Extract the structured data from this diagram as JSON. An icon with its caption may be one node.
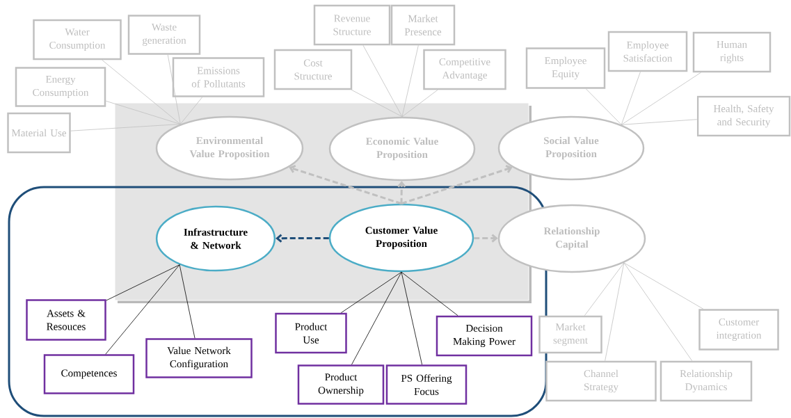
{
  "diagram": {
    "nodes": [
      {
        "text": [
          "Environmental Value Proposition"
        ]
      },
      {
        "text": [
          "Economic Value Proposition"
        ]
      },
      {
        "text": [
          "Social Value Proposition"
        ]
      },
      {
        "text": [
          "Infrastructure & Network"
        ]
      },
      {
        "text": [
          "Customer Value Proposition"
        ]
      },
      {
        "text": [
          "Relationship Capital"
        ]
      },
      {
        "text": [
          "Water Consumption"
        ]
      },
      {
        "text": [
          "Waste generation"
        ]
      },
      {
        "text": [
          "Energy Consumption"
        ]
      },
      {
        "text": [
          "Emissions of Pollutants"
        ]
      },
      {
        "text": [
          "Material Use"
        ]
      },
      {
        "text": [
          "Revenue Structure"
        ]
      },
      {
        "text": [
          "Market Presence"
        ]
      },
      {
        "text": [
          "Cost Structure"
        ]
      },
      {
        "text": [
          "Competitive Advantage"
        ]
      },
      {
        "text": [
          "Employee Equity"
        ]
      },
      {
        "text": [
          "Employee Satisfaction"
        ]
      },
      {
        "text": [
          "Human rights"
        ]
      },
      {
        "text": [
          "Health, Safety and Security"
        ]
      },
      {
        "text": [
          "Market segment"
        ]
      },
      {
        "text": [
          "Channel Strategy"
        ]
      },
      {
        "text": [
          "Relationship Dynamics"
        ]
      },
      {
        "text": [
          "Customer integration"
        ]
      },
      {
        "text": [
          "Assets & Resouces"
        ]
      },
      {
        "text": [
          "Competences"
        ]
      },
      {
        "text": [
          "Value Network Configuration"
        ]
      },
      {
        "text": [
          "Product Use"
        ]
      },
      {
        "text": [
          "Product Ownership"
        ]
      },
      {
        "text": [
          "PS Offering Focus"
        ]
      },
      {
        "text": [
          "Decision Making Power"
        ]
      }
    ],
    "edges": [
      {
        "from": 6,
        "to": 0,
        "arrow": "none"
      },
      {
        "from": 7,
        "to": 0,
        "arrow": "none"
      },
      {
        "from": 8,
        "to": 0,
        "arrow": "none"
      },
      {
        "from": 9,
        "to": 0,
        "arrow": "none"
      },
      {
        "from": 10,
        "to": 0,
        "arrow": "none"
      },
      {
        "from": 11,
        "to": 1,
        "arrow": "none"
      },
      {
        "from": 12,
        "to": 1,
        "arrow": "none"
      },
      {
        "from": 13,
        "to": 1,
        "arrow": "none"
      },
      {
        "from": 14,
        "to": 1,
        "arrow": "none"
      },
      {
        "from": 15,
        "to": 2,
        "arrow": "none"
      },
      {
        "from": 16,
        "to": 2,
        "arrow": "none"
      },
      {
        "from": 17,
        "to": 2,
        "arrow": "none"
      },
      {
        "from": 18,
        "to": 2,
        "arrow": "none"
      },
      {
        "from": 19,
        "to": 5,
        "arrow": "none"
      },
      {
        "from": 20,
        "to": 5,
        "arrow": "none"
      },
      {
        "from": 21,
        "to": 5,
        "arrow": "none"
      },
      {
        "from": 22,
        "to": 5,
        "arrow": "none"
      },
      {
        "from": 23,
        "to": 3,
        "arrow": "none",
        "color": "#000000"
      },
      {
        "from": 24,
        "to": 3,
        "arrow": "none",
        "color": "#000000"
      },
      {
        "from": 25,
        "to": 3,
        "arrow": "none",
        "color": "#000000"
      },
      {
        "from": 26,
        "to": 4,
        "arrow": "none",
        "color": "#000000"
      },
      {
        "from": 27,
        "to": 4,
        "arrow": "none",
        "color": "#000000"
      },
      {
        "from": 28,
        "to": 4,
        "arrow": "none",
        "color": "#000000"
      },
      {
        "from": 29,
        "to": 4,
        "arrow": "none",
        "color": "#000000"
      },
      {
        "from": 4,
        "to": 0,
        "arrow": "to",
        "style": "dashed"
      },
      {
        "from": 4,
        "to": 1,
        "arrow": "to",
        "style": "dashed"
      },
      {
        "from": 4,
        "to": 2,
        "arrow": "to",
        "style": "dashed"
      },
      {
        "from": 4,
        "to": 3,
        "arrow": "to",
        "style": "dashed",
        "color": "#1f4e79"
      },
      {
        "from": 4,
        "to": 5,
        "arrow": "to",
        "style": "dashed"
      }
    ]
  }
}
